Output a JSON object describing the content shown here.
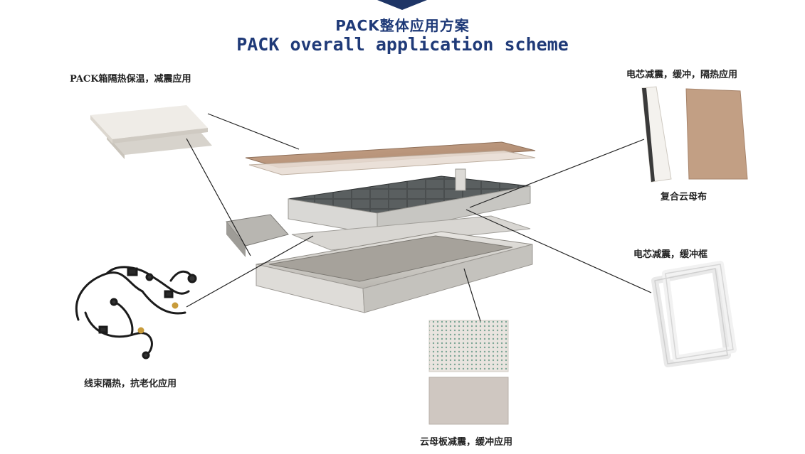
{
  "title": {
    "zh": "PACK整体应用方案",
    "en": "PACK overall application scheme"
  },
  "callouts": {
    "pack_box": "PACK箱隔热保温，减震应用",
    "cell_top": "电芯减震，缓冲，隔热应用",
    "composite_mica_cloth": "复合云母布",
    "cell_frame": "电芯减震，缓冲框",
    "harness": "线束隔热，抗老化应用",
    "mica_board": "云母板减震，缓冲应用"
  },
  "colors": {
    "title": "#1f3a78",
    "banner": "#1e3566",
    "leader_line": "#222222"
  }
}
